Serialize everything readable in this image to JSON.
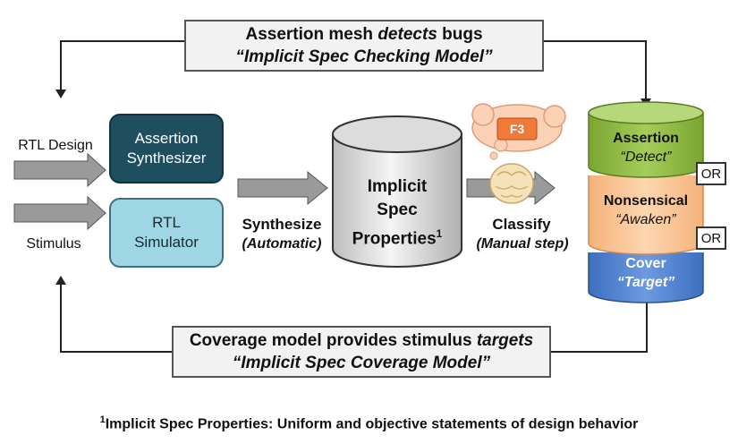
{
  "top_banner": {
    "line1_a": "Assertion mesh ",
    "line1_b": "detects",
    "line1_c": " bugs",
    "line2": "“Implicit Spec Checking Model”"
  },
  "bottom_banner": {
    "line1_a": "Coverage model provides stimulus ",
    "line1_b": "targets",
    "line2": "“Implicit Spec Coverage Model”"
  },
  "inputs": {
    "rtl_design": "RTL Design",
    "stimulus": "Stimulus"
  },
  "assertion_synthesizer": {
    "line1": "Assertion",
    "line2": "Synthesizer"
  },
  "rtl_simulator": {
    "line1": "RTL",
    "line2": "Simulator"
  },
  "synthesize": {
    "label": "Synthesize",
    "sub": "(Automatic)"
  },
  "cylinder": {
    "line1": "Implicit",
    "line2": "Spec",
    "line3": "Properties",
    "sup": "1"
  },
  "classify": {
    "label": "Classify",
    "sub": "(Manual step)"
  },
  "thought_bubble": {
    "key": "F3"
  },
  "stack": {
    "assertion": {
      "title": "Assertion",
      "sub": "“Detect”"
    },
    "nonsensical": {
      "title": "Nonsensical",
      "sub": "“Awaken”"
    },
    "cover": {
      "title": "Cover",
      "sub": "“Target”"
    },
    "or1": "OR",
    "or2": "OR"
  },
  "footnote": {
    "sup": "1",
    "text": "Implicit Spec Properties:  Uniform and objective statements of design behavior"
  },
  "colors": {
    "synth": "#1f4e5f",
    "sim": "#9fd6e3",
    "assert_green": "#8db83f",
    "nonsense_orange": "#fbc89a",
    "cover_blue": "#4f82d1",
    "arrow_gray": "#9a9a9a"
  }
}
